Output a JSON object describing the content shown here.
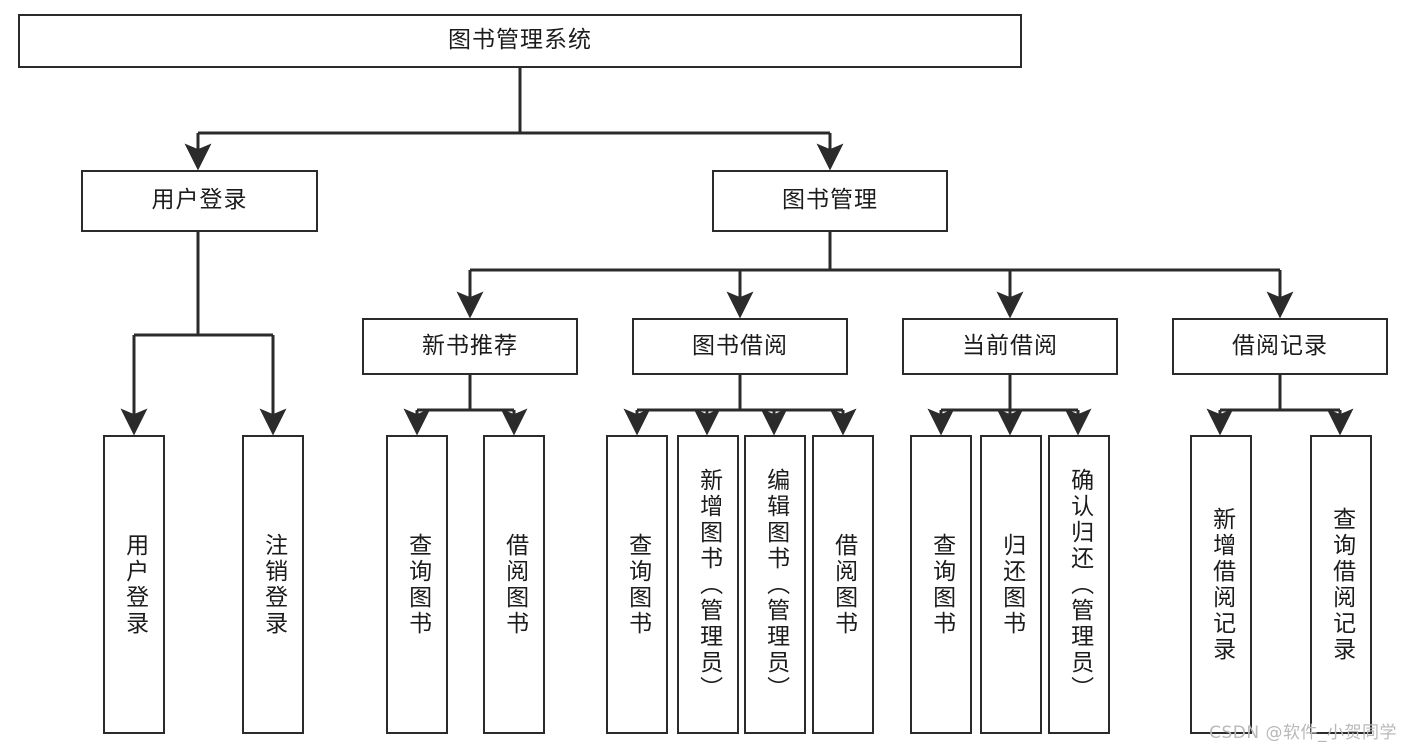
{
  "diagram": {
    "title": "图书管理系统",
    "watermark": "CSDN @软件_小贺同学",
    "line_color": "#2b2b2b",
    "box_fill": "#ffffff",
    "text_color": "#1c1c1c",
    "nodes": {
      "root": "图书管理系统",
      "user_login": "用户登录",
      "book_manage": "图书管理",
      "new_book_rec": "新书推荐",
      "book_borrow": "图书借阅",
      "current_borrow": "当前借阅",
      "borrow_record": "借阅记录",
      "leaf_user_login": "用户登录",
      "leaf_user_logout": "注销登录",
      "leaf_query_book_1": "查询图书",
      "leaf_borrow_book_1": "借阅图书",
      "leaf_query_book_2": "查询图书",
      "leaf_add_book_admin": "新增图书（管理员）",
      "leaf_edit_book_admin": "编辑图书（管理员）",
      "leaf_borrow_book_2": "借阅图书",
      "leaf_query_book_3": "查询图书",
      "leaf_return_book": "归还图书",
      "leaf_confirm_return_admin": "确认归还（管理员）",
      "leaf_add_borrow_record": "新增借阅记录",
      "leaf_query_borrow_record": "查询借阅记录"
    }
  }
}
